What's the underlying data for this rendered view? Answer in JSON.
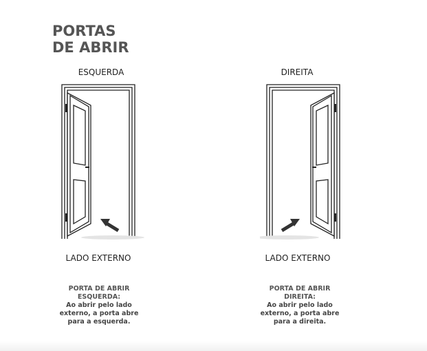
{
  "title": {
    "line1": "PORTAS",
    "line2": "DE ABRIR"
  },
  "left_door": {
    "label": "ESQUERDA",
    "side": "LADO EXTERNO",
    "desc_head": "PORTA DE ABRIR\nESQUERDA:",
    "desc_body": "Ao abrir pelo lado\nexterno, a porta abre\npara a esquerda."
  },
  "right_door": {
    "label": "DIREITA",
    "side": "LADO EXTERNO",
    "desc_head": "PORTA DE ABRIR\nDIREITA:",
    "desc_body": "Ao abrir pelo lado\nexterno, a porta abre\npara a direita."
  },
  "colors": {
    "title": "#555555",
    "line": "#222222",
    "arrow": "#333333"
  },
  "icons": {
    "arrow_left": "opening-direction-arrow",
    "arrow_right": "opening-direction-arrow"
  }
}
